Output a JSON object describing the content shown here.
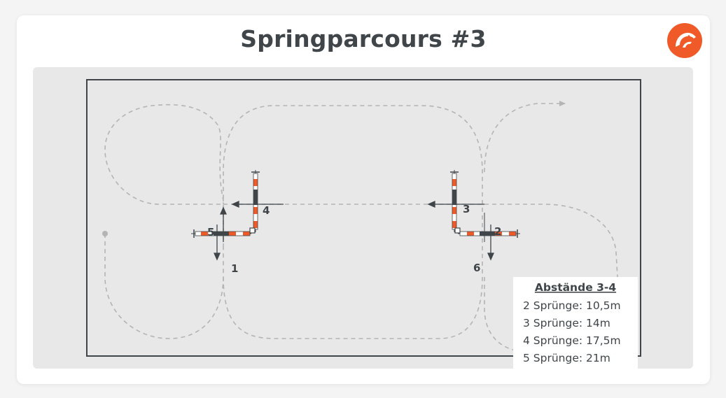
{
  "header": {
    "title": "Springparcours #3",
    "logo_icon": "horse-head-icon",
    "logo_color": "#f05a28"
  },
  "arena": {
    "background_color": "#e8e8e8",
    "border_color": "#3f4549"
  },
  "colors": {
    "accent": "#f05a28",
    "pole_dark": "#3f4549",
    "pole_light": "#ffffff",
    "path": "#b4b4b4"
  },
  "obstacles": [
    {
      "number": "1"
    },
    {
      "number": "2"
    },
    {
      "number": "3"
    },
    {
      "number": "4"
    },
    {
      "number": "5"
    },
    {
      "number": "6"
    }
  ],
  "legend": {
    "title": "Abstände 3-4",
    "lines": [
      "2 Sprünge: 10,5m",
      "3 Sprünge: 14m",
      "4 Sprünge: 17,5m",
      "5 Sprünge: 21m"
    ]
  }
}
